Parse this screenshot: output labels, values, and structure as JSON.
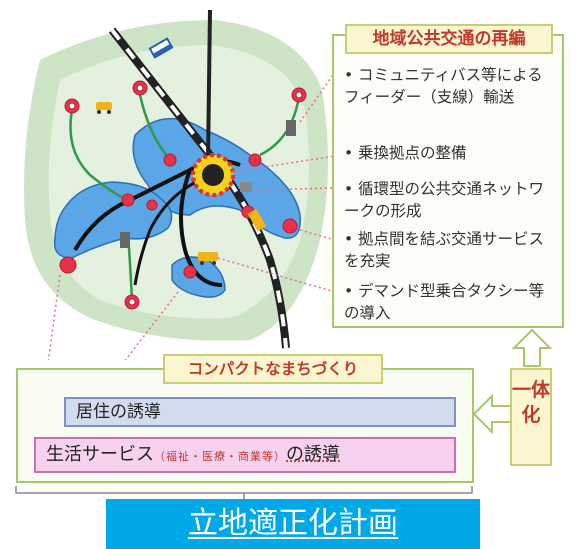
{
  "reform": {
    "title": "地域公共交通の再編",
    "items": [
      {
        "bullet": "•",
        "text": "コミュニティバス等によるフィーダー（支線）輸送"
      },
      {
        "bullet": "•",
        "text": "乗換拠点の整備"
      },
      {
        "bullet": "•",
        "text": "循環型の公共交通ネットワークの形成"
      },
      {
        "bullet": "•",
        "text": "拠点間を結ぶ交通サービスを充実"
      },
      {
        "bullet": "•",
        "text": "デマンド型乗合タクシー等の導入"
      }
    ]
  },
  "compact": {
    "title": "コンパクトなまちづくり",
    "residence": "居住の誘導",
    "life_main": "生活サービス",
    "life_detail": "（福祉・医療・商業等）",
    "life_suffix": "の誘導"
  },
  "unify": {
    "text": "一体化"
  },
  "plan": {
    "title": "立地適正化計画"
  },
  "colors": {
    "accent_red": "#c0392b",
    "frame_green": "#a6c86a",
    "title_blue": "#00a8e8",
    "residence_blue": "#d3dcee",
    "service_pink": "#f6d2ee",
    "map_blue": "#5aa6e6"
  }
}
